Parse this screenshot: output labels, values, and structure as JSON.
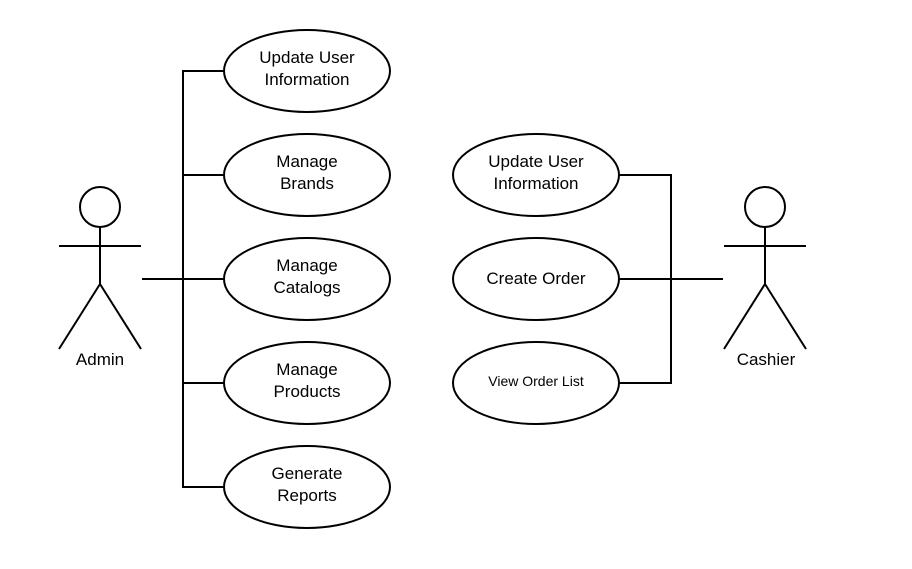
{
  "colors": {
    "stroke": "#000000",
    "background": "#ffffff"
  },
  "actors": {
    "admin": {
      "label": "Admin"
    },
    "cashier": {
      "label": "Cashier"
    }
  },
  "admin_use_cases": [
    {
      "line1": "Update User",
      "line2": "Information"
    },
    {
      "line1": "Manage",
      "line2": "Brands"
    },
    {
      "line1": "Manage",
      "line2": "Catalogs"
    },
    {
      "line1": "Manage",
      "line2": "Products"
    },
    {
      "line1": "Generate",
      "line2": "Reports"
    }
  ],
  "cashier_use_cases": [
    {
      "line1": "Update User",
      "line2": "Information"
    },
    {
      "line1": "Create Order"
    },
    {
      "line1": "View Order List"
    }
  ]
}
